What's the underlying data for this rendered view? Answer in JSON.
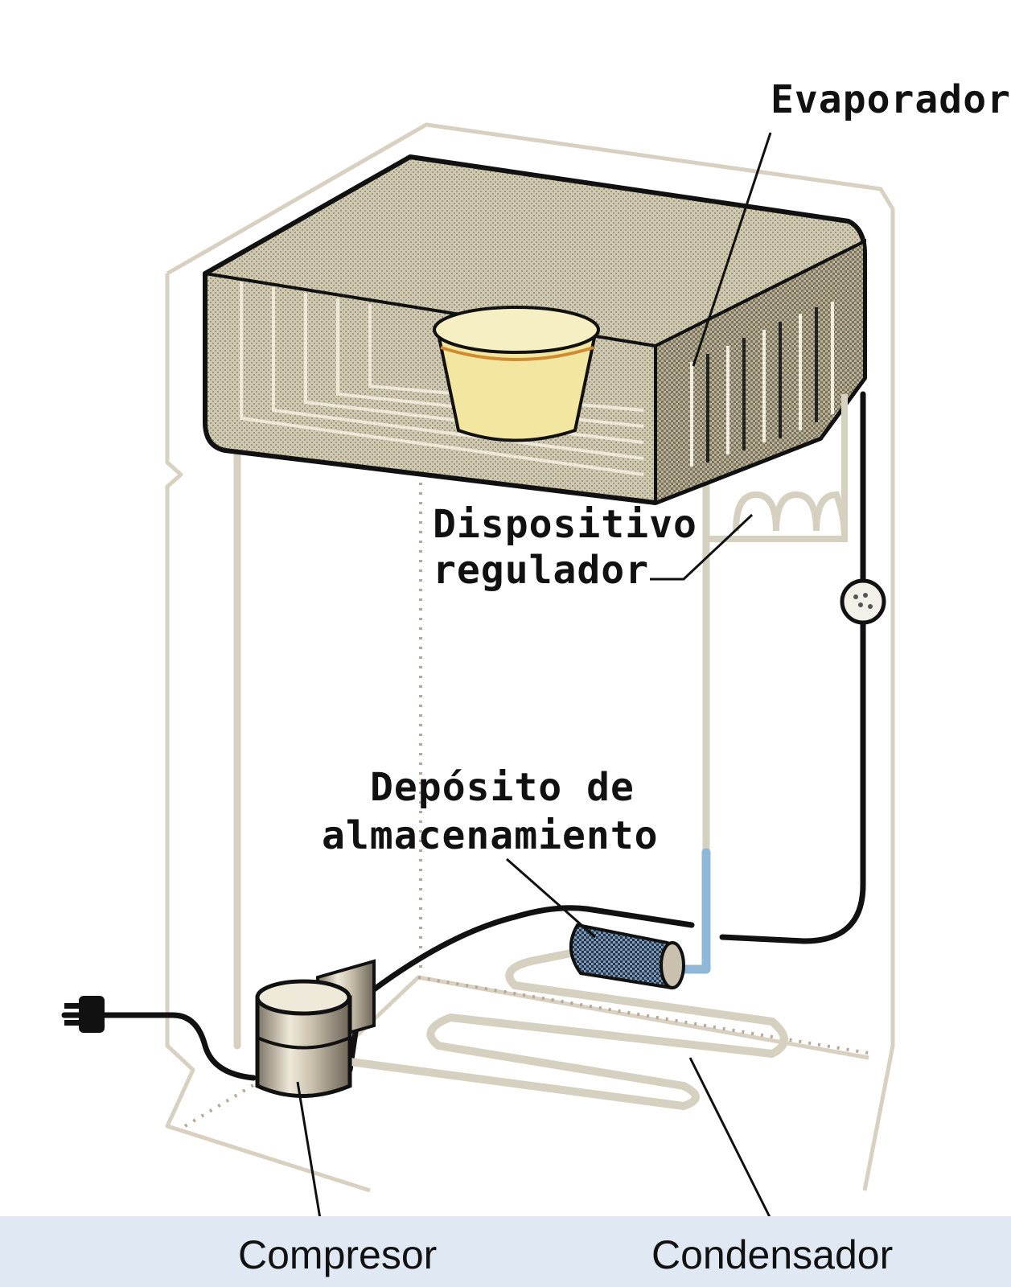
{
  "labels": {
    "evaporador": "Evaporador",
    "dispositivo_line1": "Dispositivo",
    "dispositivo_line2": "regulador",
    "deposito_line1": "Depósito de",
    "deposito_line2": "almacenamiento",
    "compresor": "Compresor",
    "condensador": "Condensador"
  },
  "colors": {
    "caption_band": "#dfe8f3",
    "evaporator_box": "#c8c2a8",
    "frame": "#d8d0c0",
    "liquid_line": "#8fb8d8",
    "storage_tank": "#5a6f88",
    "bowl": "#f3e6a0"
  }
}
